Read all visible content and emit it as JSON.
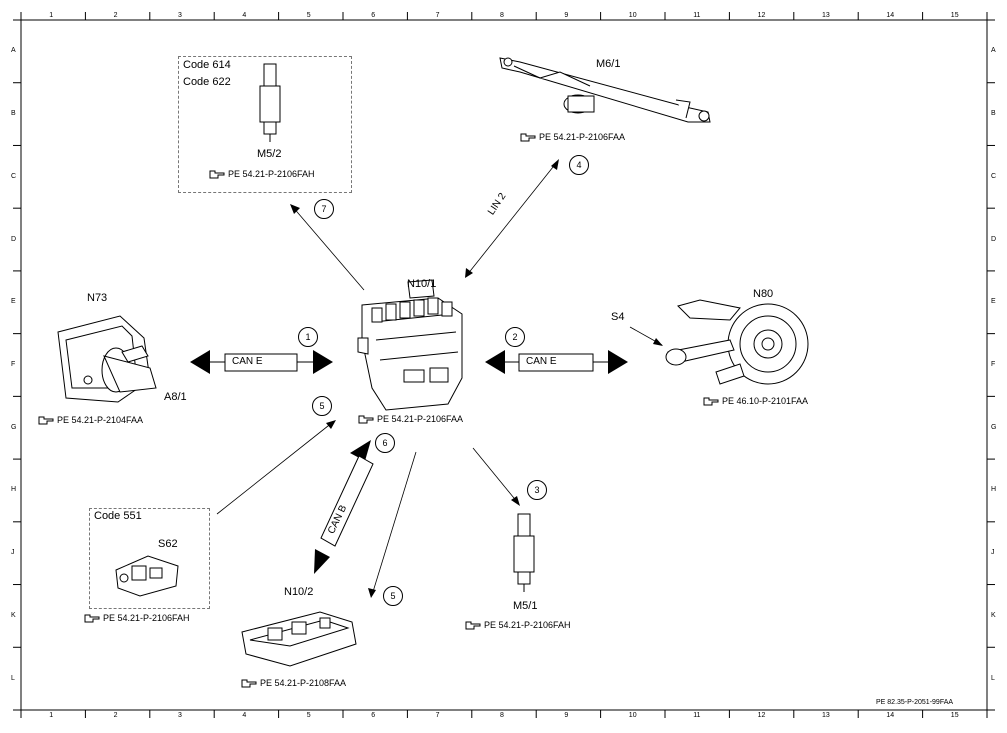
{
  "grid": {
    "columns": [
      "1",
      "2",
      "3",
      "4",
      "5",
      "6",
      "7",
      "8",
      "9",
      "10",
      "11",
      "12",
      "13",
      "14",
      "15"
    ],
    "rows": [
      "A",
      "B",
      "C",
      "D",
      "E",
      "F",
      "G",
      "H",
      "J",
      "K",
      "L"
    ]
  },
  "components": {
    "n10_1": {
      "label": "N10/1",
      "ref": "PE 54.21-P-2106FAA"
    },
    "n73": {
      "label": "N73",
      "sublabel": "A8/1",
      "ref": "PE 54.21-P-2104FAA"
    },
    "n80": {
      "label": "N80",
      "sublabel": "S4",
      "ref": "PE 46.10-P-2101FAA"
    },
    "m6_1": {
      "label": "M6/1",
      "ref": "PE 54.21-P-2106FAA"
    },
    "m5_2": {
      "label": "M5/2",
      "code1": "Code 614",
      "code2": "Code 622",
      "ref": "PE 54.21-P-2106FAH"
    },
    "m5_1": {
      "label": "M5/1",
      "ref": "PE 54.21-P-2106FAH"
    },
    "s62": {
      "label": "S62",
      "code": "Code 551",
      "ref": "PE 54.21-P-2106FAH"
    },
    "n10_2": {
      "label": "N10/2",
      "ref": "PE 54.21-P-2108FAA"
    }
  },
  "buses": {
    "can_e_left": "CAN E",
    "can_e_right": "CAN E",
    "lin2": "LIN 2",
    "can_b": "CAN B"
  },
  "callouts": [
    "1",
    "2",
    "3",
    "4",
    "5",
    "6",
    "7",
    "5"
  ],
  "doc_id": "PE 82.35-P-2051-99FAA"
}
